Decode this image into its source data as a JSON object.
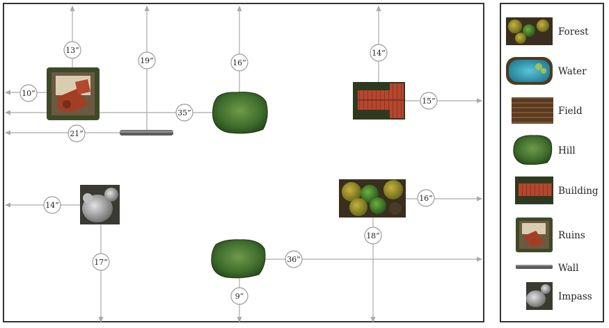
{
  "map": {
    "terrain": [
      {
        "type": "ruins",
        "icon": "ruins-icon"
      },
      {
        "type": "wall",
        "icon": "wall-icon"
      },
      {
        "type": "hill",
        "icon": "hill-icon"
      },
      {
        "type": "building",
        "icon": "building-icon"
      },
      {
        "type": "impass",
        "icon": "impass-icon"
      },
      {
        "type": "forest",
        "icon": "forest-icon"
      },
      {
        "type": "hill",
        "icon": "hill-icon"
      }
    ],
    "measurements": [
      "13”",
      "10”",
      "35”",
      "21”",
      "19”",
      "16”",
      "14”",
      "15”",
      "14”",
      "17”",
      "16”",
      "18”",
      "36”",
      "9”"
    ],
    "colors": {
      "line": "#a9a9a9",
      "border": "#333333",
      "hill": "#3f6a2c",
      "roof": "#b5472e",
      "water": "#3aa3b8"
    }
  },
  "legend": {
    "items": [
      {
        "label": "Forest",
        "icon": "forest-icon"
      },
      {
        "label": "Water",
        "icon": "water-icon"
      },
      {
        "label": "Field",
        "icon": "field-icon"
      },
      {
        "label": "Hill",
        "icon": "hill-icon"
      },
      {
        "label": "Building",
        "icon": "building-icon"
      },
      {
        "label": "Ruins",
        "icon": "ruins-icon"
      },
      {
        "label": "Wall",
        "icon": "wall-icon"
      },
      {
        "label": "Impass",
        "icon": "impass-icon"
      }
    ]
  }
}
